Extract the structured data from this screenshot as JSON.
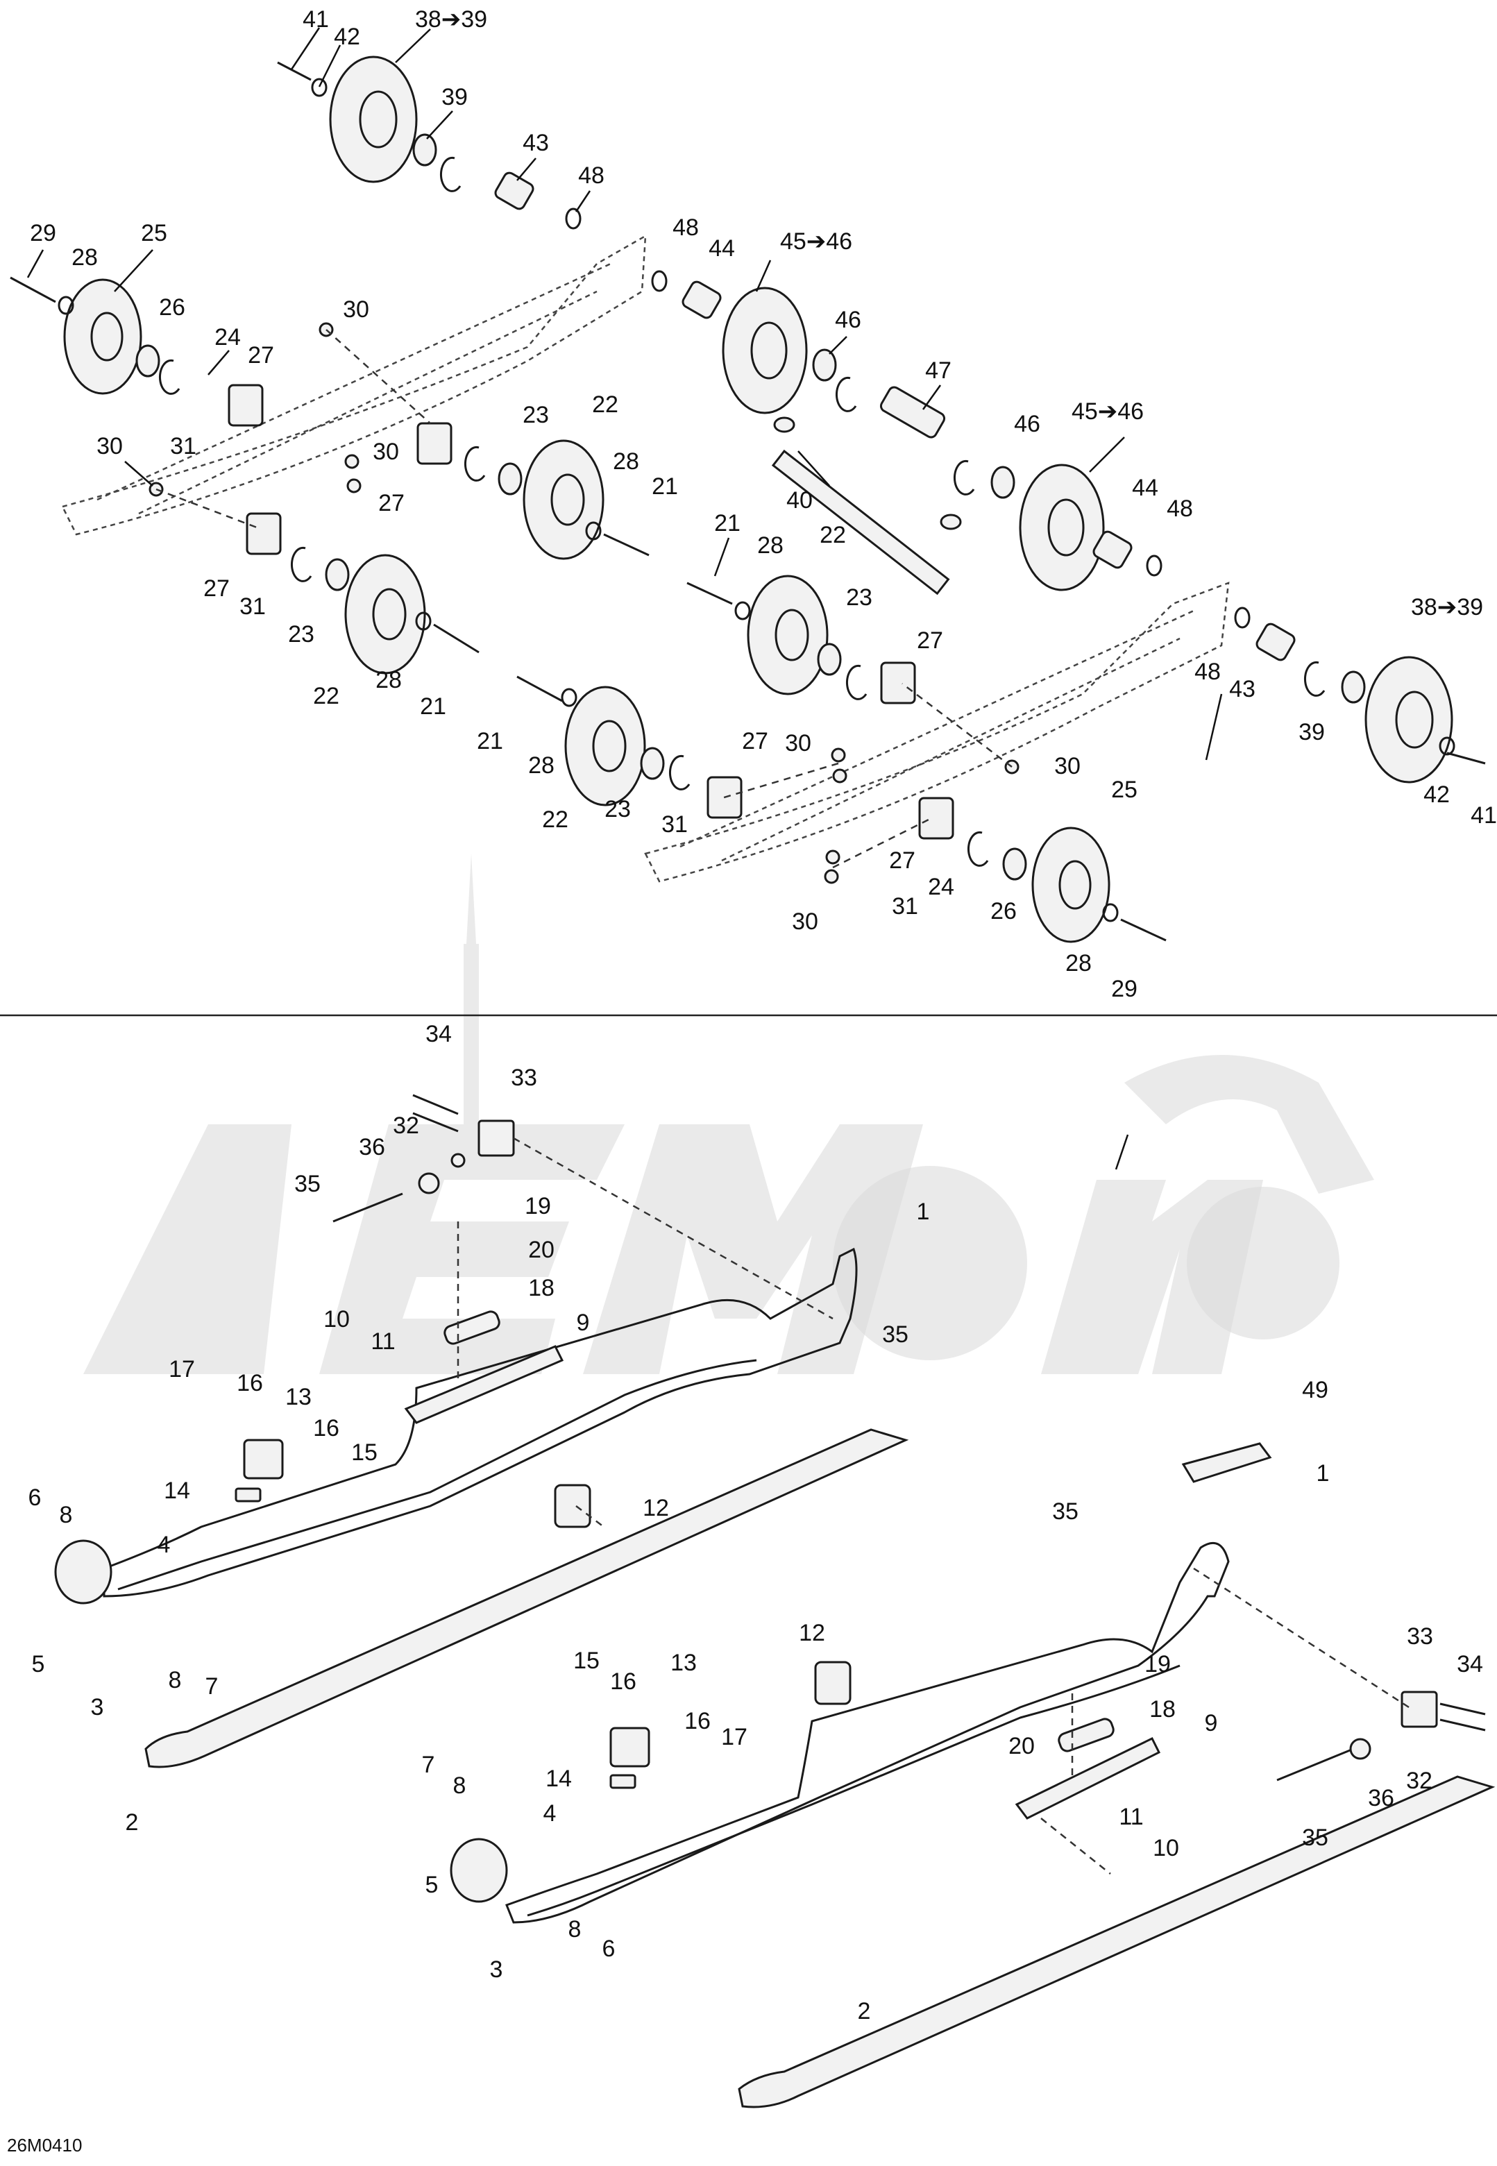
{
  "drawing_code": "26M0410",
  "callouts": {
    "top": [
      {
        "id": "c41a",
        "text": "41"
      },
      {
        "id": "c42a",
        "text": "42"
      },
      {
        "id": "c3839a",
        "text": "38➔39"
      },
      {
        "id": "c39a",
        "text": "39"
      },
      {
        "id": "c43a",
        "text": "43"
      },
      {
        "id": "c48a",
        "text": "48"
      },
      {
        "id": "c48b",
        "text": "48"
      },
      {
        "id": "c44a",
        "text": "44"
      },
      {
        "id": "c4546a",
        "text": "45➔46"
      },
      {
        "id": "c29a",
        "text": "29"
      },
      {
        "id": "c28a",
        "text": "28"
      },
      {
        "id": "c25a",
        "text": "25"
      },
      {
        "id": "c26a",
        "text": "26"
      },
      {
        "id": "c24a",
        "text": "24"
      },
      {
        "id": "c27a",
        "text": "27"
      },
      {
        "id": "c30a",
        "text": "30"
      },
      {
        "id": "c46a",
        "text": "46"
      },
      {
        "id": "c47a",
        "text": "47"
      },
      {
        "id": "c30b",
        "text": "30"
      },
      {
        "id": "c31a",
        "text": "31"
      },
      {
        "id": "c30c",
        "text": "30"
      },
      {
        "id": "c23a",
        "text": "23"
      },
      {
        "id": "c22a",
        "text": "22"
      },
      {
        "id": "c46b",
        "text": "46"
      },
      {
        "id": "c4546b",
        "text": "45➔46"
      },
      {
        "id": "c27b",
        "text": "27"
      },
      {
        "id": "c28b",
        "text": "28"
      },
      {
        "id": "c40a",
        "text": "40"
      },
      {
        "id": "c21a",
        "text": "21"
      },
      {
        "id": "c44b",
        "text": "44"
      },
      {
        "id": "c48c",
        "text": "48"
      },
      {
        "id": "c21b",
        "text": "21"
      },
      {
        "id": "c28c",
        "text": "28"
      },
      {
        "id": "c22b",
        "text": "22"
      },
      {
        "id": "c27c",
        "text": "27"
      },
      {
        "id": "c31b",
        "text": "31"
      },
      {
        "id": "c23b",
        "text": "23"
      },
      {
        "id": "c3839b",
        "text": "38➔39"
      },
      {
        "id": "c23c",
        "text": "23"
      },
      {
        "id": "c27d",
        "text": "27"
      },
      {
        "id": "c48d",
        "text": "48"
      },
      {
        "id": "c43b",
        "text": "43"
      },
      {
        "id": "c22c",
        "text": "22"
      },
      {
        "id": "c28d",
        "text": "28"
      },
      {
        "id": "c21c",
        "text": "21"
      },
      {
        "id": "c39b",
        "text": "39"
      },
      {
        "id": "c21d",
        "text": "21"
      },
      {
        "id": "c27e",
        "text": "27"
      },
      {
        "id": "c30d",
        "text": "30"
      },
      {
        "id": "c30e",
        "text": "30"
      },
      {
        "id": "c28e",
        "text": "28"
      },
      {
        "id": "c42b",
        "text": "42"
      },
      {
        "id": "c41b",
        "text": "41"
      },
      {
        "id": "c22d",
        "text": "22"
      },
      {
        "id": "c23d",
        "text": "23"
      },
      {
        "id": "c31c",
        "text": "31"
      },
      {
        "id": "c25b",
        "text": "25"
      },
      {
        "id": "c27f",
        "text": "27"
      },
      {
        "id": "c24b",
        "text": "24"
      },
      {
        "id": "c31d",
        "text": "31"
      },
      {
        "id": "c26b",
        "text": "26"
      },
      {
        "id": "c30f",
        "text": "30"
      },
      {
        "id": "c28f",
        "text": "28"
      },
      {
        "id": "c29b",
        "text": "29"
      }
    ],
    "bottom": [
      {
        "id": "d34a",
        "text": "34"
      },
      {
        "id": "d33a",
        "text": "33"
      },
      {
        "id": "d32a",
        "text": "32"
      },
      {
        "id": "d36a",
        "text": "36"
      },
      {
        "id": "d35a",
        "text": "35"
      },
      {
        "id": "d1a",
        "text": "1"
      },
      {
        "id": "d19a",
        "text": "19"
      },
      {
        "id": "d20a",
        "text": "20"
      },
      {
        "id": "d18a",
        "text": "18"
      },
      {
        "id": "d10a",
        "text": "10"
      },
      {
        "id": "d11a",
        "text": "11"
      },
      {
        "id": "d9a",
        "text": "9"
      },
      {
        "id": "d35b",
        "text": "35"
      },
      {
        "id": "d17a",
        "text": "17"
      },
      {
        "id": "d16a",
        "text": "16"
      },
      {
        "id": "d13a",
        "text": "13"
      },
      {
        "id": "d16b",
        "text": "16"
      },
      {
        "id": "d15a",
        "text": "15"
      },
      {
        "id": "d49a",
        "text": "49"
      },
      {
        "id": "d14a",
        "text": "14"
      },
      {
        "id": "d6a",
        "text": "6"
      },
      {
        "id": "d8a",
        "text": "8"
      },
      {
        "id": "d12a",
        "text": "12"
      },
      {
        "id": "d1b",
        "text": "1"
      },
      {
        "id": "d35c",
        "text": "35"
      },
      {
        "id": "d4a",
        "text": "4"
      },
      {
        "id": "d5a",
        "text": "5"
      },
      {
        "id": "d8b",
        "text": "8"
      },
      {
        "id": "d7a",
        "text": "7"
      },
      {
        "id": "d3a",
        "text": "3"
      },
      {
        "id": "d12b",
        "text": "12"
      },
      {
        "id": "d15b",
        "text": "15"
      },
      {
        "id": "d16c",
        "text": "16"
      },
      {
        "id": "d13b",
        "text": "13"
      },
      {
        "id": "d19b",
        "text": "19"
      },
      {
        "id": "d33b",
        "text": "33"
      },
      {
        "id": "d34b",
        "text": "34"
      },
      {
        "id": "d16d",
        "text": "16"
      },
      {
        "id": "d18b",
        "text": "18"
      },
      {
        "id": "d9b",
        "text": "9"
      },
      {
        "id": "d17b",
        "text": "17"
      },
      {
        "id": "d20b",
        "text": "20"
      },
      {
        "id": "d14b",
        "text": "14"
      },
      {
        "id": "d32b",
        "text": "32"
      },
      {
        "id": "d36b",
        "text": "36"
      },
      {
        "id": "d2a",
        "text": "2"
      },
      {
        "id": "d7b",
        "text": "7"
      },
      {
        "id": "d8c",
        "text": "8"
      },
      {
        "id": "d4b",
        "text": "4"
      },
      {
        "id": "d35d",
        "text": "35"
      },
      {
        "id": "d11b",
        "text": "11"
      },
      {
        "id": "d10b",
        "text": "10"
      },
      {
        "id": "d5b",
        "text": "5"
      },
      {
        "id": "d8d",
        "text": "8"
      },
      {
        "id": "d6b",
        "text": "6"
      },
      {
        "id": "d3b",
        "text": "3"
      },
      {
        "id": "d2b",
        "text": "2"
      }
    ]
  }
}
